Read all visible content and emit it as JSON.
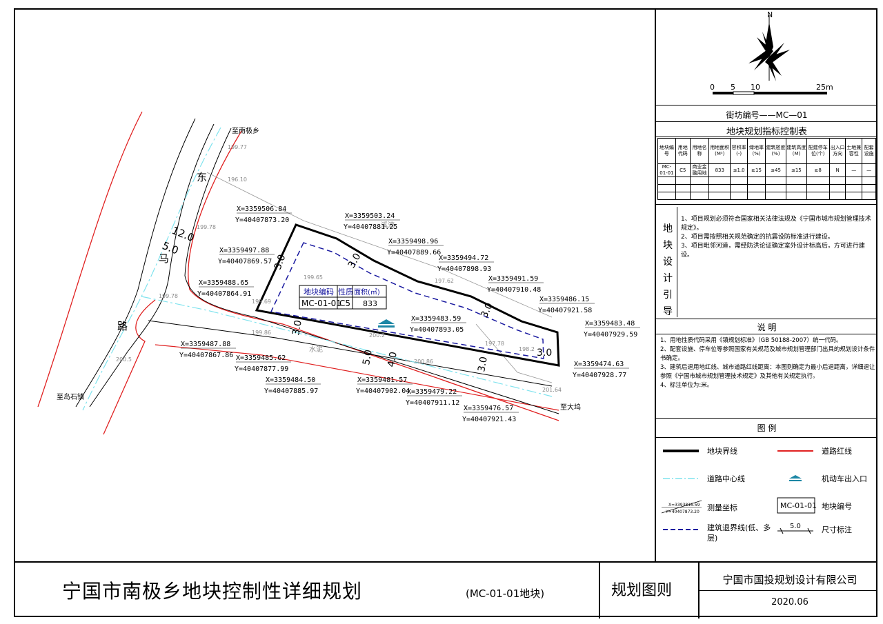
{
  "map": {
    "road_name_chars": [
      "东",
      "马",
      "路"
    ],
    "to_nanjixiang": "至南极乡",
    "to_daoshizhen": "至岛石镇",
    "to_dawu": "至大坞",
    "stream": "溪流",
    "cement": "水泥",
    "elevations": [
      "199.77",
      "196.10",
      "199.78",
      "199.65",
      "197.62",
      "199.78",
      "199.86",
      "200.2",
      "200.86",
      "197.78",
      "198.2",
      "201.64",
      "200.5",
      "199.69"
    ],
    "dims": {
      "road_width": "12.0",
      "half_width": "5.0",
      "setback": "3.0",
      "d4": "4.0",
      "d5": "5.0"
    },
    "coords": [
      {
        "x": "X=3359506.84",
        "y": "Y=40407873.20"
      },
      {
        "x": "X=3359503.24",
        "y": "Y=40407881.25"
      },
      {
        "x": "X=3359498.96",
        "y": "Y=40407889.66"
      },
      {
        "x": "X=3359494.72",
        "y": "Y=40407898.93"
      },
      {
        "x": "X=3359491.59",
        "y": "Y=40407910.48"
      },
      {
        "x": "X=3359486.15",
        "y": "Y=40407921.58"
      },
      {
        "x": "X=3359483.48",
        "y": "Y=40407929.59"
      },
      {
        "x": "X=3359474.63",
        "y": "Y=40407928.77"
      },
      {
        "x": "X=3359476.57",
        "y": "Y=40407921.43"
      },
      {
        "x": "X=3359479.22",
        "y": "Y=40407911.12"
      },
      {
        "x": "X=3359481.57",
        "y": "Y=40407902.04"
      },
      {
        "x": "X=3359484.50",
        "y": "Y=40407885.97"
      },
      {
        "x": "X=3359485.62",
        "y": "Y=40407877.99"
      },
      {
        "x": "X=3359487.88",
        "y": "Y=40407867.86"
      },
      {
        "x": "X=3359488.65",
        "y": "Y=40407864.91"
      },
      {
        "x": "X=3359497.88",
        "y": "Y=40407869.57"
      },
      {
        "x": "X=3359483.59",
        "y": "Y=40407893.05"
      }
    ],
    "parcel_box": {
      "h1": "地块编码",
      "h2": "性质",
      "h3": "面积(㎡)",
      "code": "MC-01-01",
      "nature": "C5",
      "area": "833"
    }
  },
  "north": {
    "label": "N",
    "scale": [
      "0",
      "5",
      "10",
      "25m"
    ]
  },
  "block_id": "街坊编号——MC—01",
  "control_table": {
    "title": "地块规划指标控制表",
    "headers": [
      "地块编号",
      "用地代码",
      "用地名称",
      "用地面积(M²)",
      "容积率(-)",
      "绿地率(%)",
      "建筑密度(%)",
      "建筑高度(M)",
      "配建停车位(个)",
      "出入口方向",
      "土地兼容性",
      "配套设施"
    ],
    "row": [
      "MC-01-01",
      "C5",
      "商业金融用地",
      "833",
      "≤1.0",
      "≥15",
      "≤45",
      "≤15",
      "≥8",
      "N",
      "—",
      "—"
    ]
  },
  "design_guide": {
    "label_chars": [
      "地",
      "块",
      "设",
      "计",
      "引",
      "导"
    ],
    "items": [
      "1、项目规划必须符合国家相关法律法规及《宁国市城市规划管理技术规定》。",
      "2、项目需按照相关规范确定的抗震设防标准进行建设。",
      "3、项目毗邻河道，需经防洪论证确定室外设计标高后，方可进行建设。"
    ]
  },
  "explanation": {
    "title": "说  明",
    "items": [
      "1、用地性质代码采用《镇规划标准》（GB 50188-2007）统一代码。",
      "2、配套设施、停车位等参照国家有关规范及城市规划管理部门出具的规划设计条件书确定。",
      "3、建筑后退用地红线、城市道路红线距离：本图则确定为最小后退距离，详细退让参照《宁国市城市规划管理技术规定》及其他有关规定执行。",
      "4、标注单位为:米。"
    ]
  },
  "legend": {
    "title": "图  例",
    "items": [
      "地块界线",
      "道路红线",
      "道路中心线",
      "机动车出入口",
      "测量坐标",
      "地块编号",
      "建筑退界线(低、多层)",
      "尺寸标注"
    ],
    "sample_coord": [
      "X=3393816.59",
      "Y=40407873.20"
    ],
    "sample_code": "MC-01-01",
    "sample_dim": "5.0"
  },
  "footer": {
    "title": "宁国市南极乡地块控制性详细规划",
    "subtitle": "(MC-01-01地块)",
    "rules": "规划图则",
    "company": "宁国市国投规划设计有限公司",
    "date": "2020.06"
  },
  "colors": {
    "road_red": "#e02020",
    "center_line": "#7fe3ee",
    "setback_blue": "#1a1aa0",
    "gray": "#888888"
  }
}
